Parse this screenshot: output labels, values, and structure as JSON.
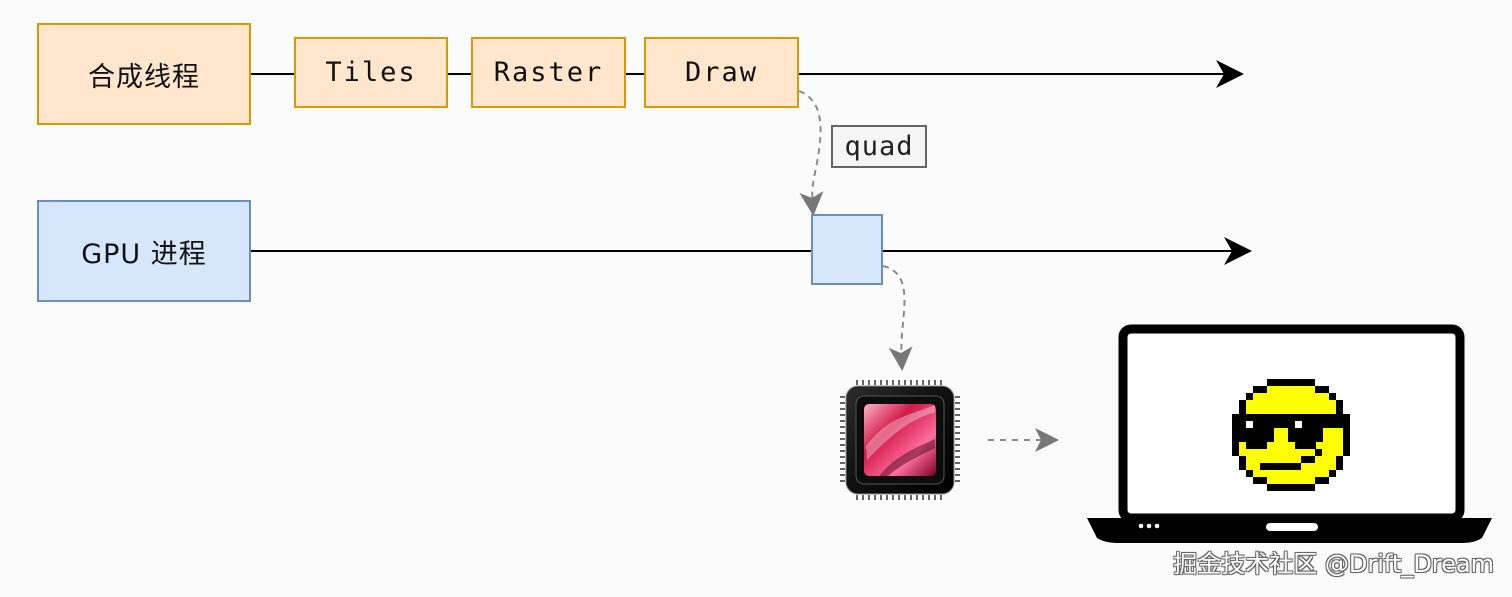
{
  "compositor": {
    "label": "合成线程",
    "steps": [
      "Tiles",
      "Raster",
      "Draw"
    ],
    "transfer_label": "quad"
  },
  "gpu": {
    "label": "GPU 进程"
  },
  "icons": {
    "chip": "gpu-chip-icon",
    "laptop": "laptop-icon",
    "smiley": "sunglasses-smiley-icon"
  },
  "watermark": "掘金技术社区 @Drift_Dream"
}
